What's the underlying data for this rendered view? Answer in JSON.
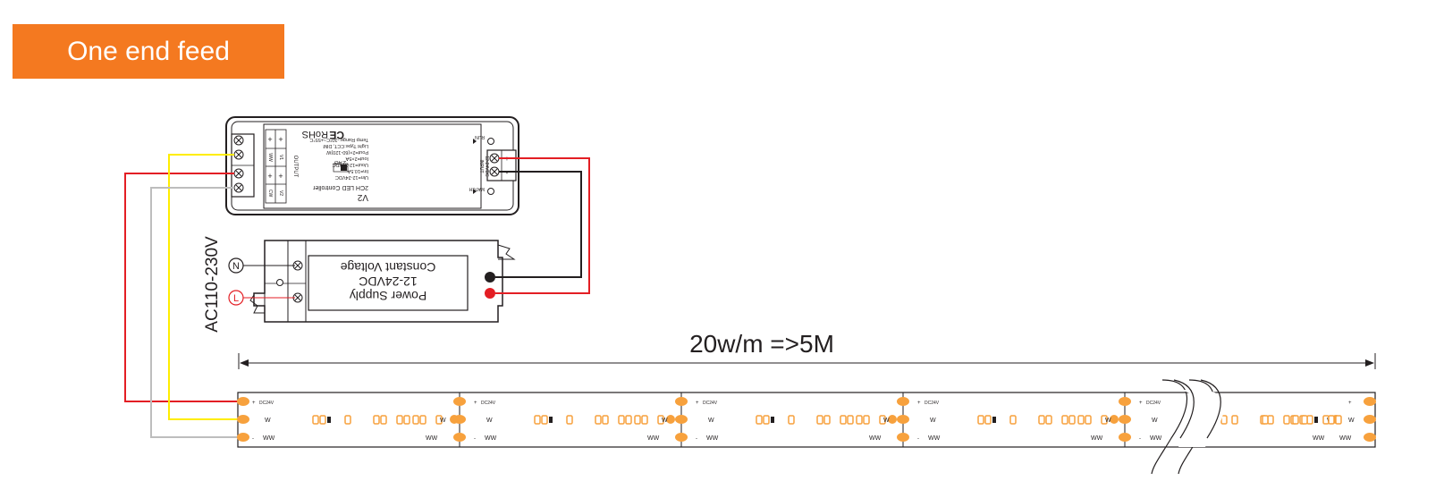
{
  "title": "One end feed",
  "ac_input": {
    "label": "AC110-230V",
    "neutral": "N",
    "live": "L"
  },
  "power_supply": {
    "line1": "Power Supply",
    "line2": "12-24VDC",
    "line3": "Constant Voltage",
    "plus": "+",
    "minus": "-"
  },
  "controller": {
    "model": "V2",
    "name": "2CH LED Controller",
    "specs": [
      "Uin=12-24VDC",
      "Iin=10.5A",
      "Uout=12-24VDC",
      "Iout=2×5A",
      "Pout=2×(60-120)W",
      "Light Type:CCT, DIM",
      "Temp Range:-30°C~+55°C"
    ],
    "rohs": "RoHS",
    "ce": "CE",
    "zigbee": "2.4G",
    "input_label": "INPUT",
    "input_voltage": "12-24VDC",
    "output_label": "OUTPUT",
    "output_pins": [
      "WW",
      "V1",
      "CW",
      "V2"
    ],
    "match": "MATCH",
    "run": "RUN",
    "plus": "+",
    "minus": "-"
  },
  "strip": {
    "length_label": "20w/m =>5M",
    "voltage": "DC24V",
    "pad_w": "W",
    "pad_ww": "WW",
    "plus": "+",
    "minus": "-"
  },
  "colors": {
    "banner": "#F47920",
    "red_wire": "#E31E24",
    "yellow_wire": "#FFED00",
    "gray_wire": "#BDBDBD",
    "black_wire": "#231F20",
    "led_pad": "#F7A13D"
  }
}
